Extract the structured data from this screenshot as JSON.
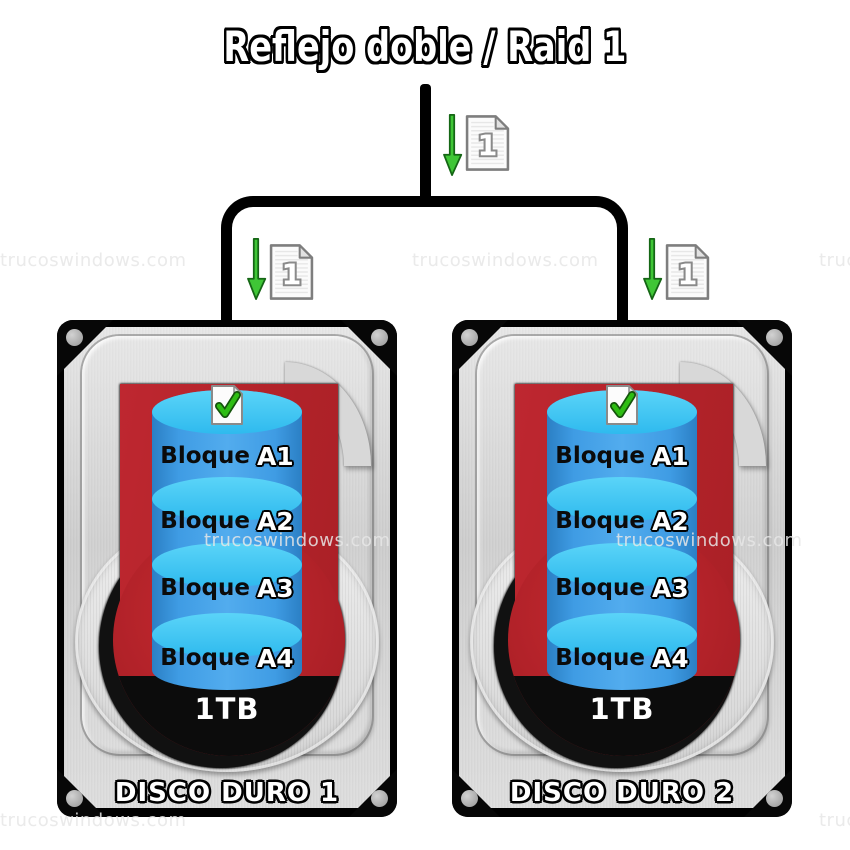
{
  "title": "Reflejo doble / Raid 1",
  "watermark": {
    "text": "trucoswindows.com"
  },
  "copy_icon": {
    "label": "1"
  },
  "icons": {
    "down_arrow": "green-down-arrow",
    "copy_document": "document-page-with-count",
    "verified_document": "document-page-with-green-checkmark",
    "actuator_arm": "drive-arm-swoosh",
    "corner_screw": "screw"
  },
  "colors": {
    "connector": "#000000",
    "red_area": "#B2242B",
    "platter_black": "#0C0C0C",
    "cylinder_body": "#3B97DF",
    "cylinder_cap": "#41C8F5",
    "arrow_green": "#3FC636",
    "metal": "#D6D6D6"
  },
  "disks": [
    {
      "name": "DISCO DURO 1",
      "capacity": "1TB",
      "blocks": [
        {
          "label": "Bloque",
          "id": "A1"
        },
        {
          "label": "Bloque",
          "id": "A2"
        },
        {
          "label": "Bloque",
          "id": "A3"
        },
        {
          "label": "Bloque",
          "id": "A4"
        }
      ]
    },
    {
      "name": "DISCO DURO 2",
      "capacity": "1TB",
      "blocks": [
        {
          "label": "Bloque",
          "id": "A1"
        },
        {
          "label": "Bloque",
          "id": "A2"
        },
        {
          "label": "Bloque",
          "id": "A3"
        },
        {
          "label": "Bloque",
          "id": "A4"
        }
      ]
    }
  ]
}
